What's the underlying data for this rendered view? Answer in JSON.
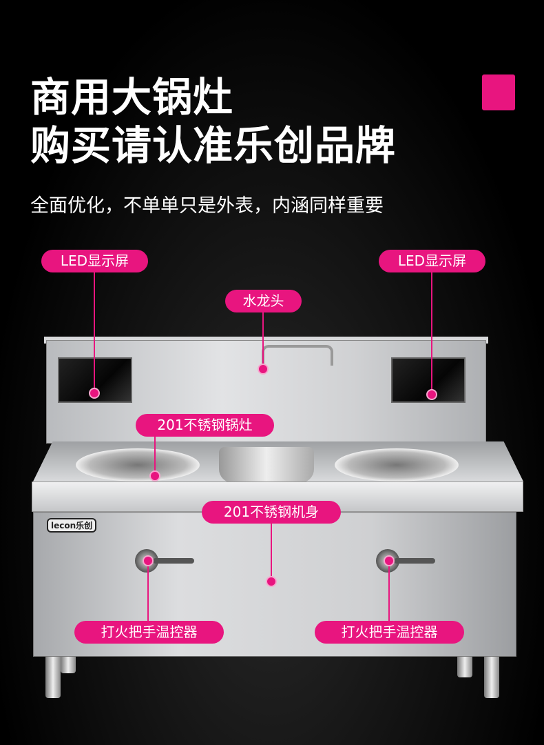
{
  "headline": {
    "line1": "商用大锅灶",
    "line2": "购买请认准乐创品牌",
    "subtitle": "全面优化，不单单只是外表，内涵同样重要"
  },
  "brand_logo": "lecon乐创",
  "accent_color": "#e8157f",
  "callouts": {
    "led_left": "LED显示屏",
    "led_right": "LED显示屏",
    "faucet": "水龙头",
    "stove": "201不锈钢锅灶",
    "body": "201不锈钢机身",
    "knob_left": "打火把手温控器",
    "knob_right": "打火把手温控器"
  }
}
